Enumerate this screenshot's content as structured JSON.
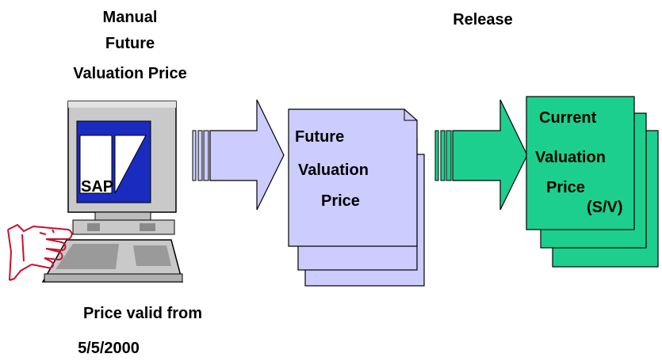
{
  "labels": {
    "manual_line1": "Manual",
    "manual_line2": "Future",
    "manual_line3": "Valuation Price",
    "release": "Release",
    "price_valid_from": "Price valid from",
    "valid_date": "5/5/2000"
  },
  "future_doc": {
    "line1": "Future",
    "line2": "Valuation",
    "line3": "Price"
  },
  "current_doc": {
    "line1": "Current",
    "line2": "Valuation",
    "line3": "Price",
    "suffix": "(S/V)"
  },
  "computer": {
    "logo_text": "SAP"
  },
  "colors": {
    "future_doc_fill": "#ccccff",
    "arrow_fill": "#ccccff",
    "current_doc_fill": "#1dcf8f",
    "release_arrow_fill": "#1dcf8f",
    "screen_blue": "#1a2bbf",
    "monitor_gray": "#c9c9c9",
    "hand_red": "#c8102e"
  }
}
